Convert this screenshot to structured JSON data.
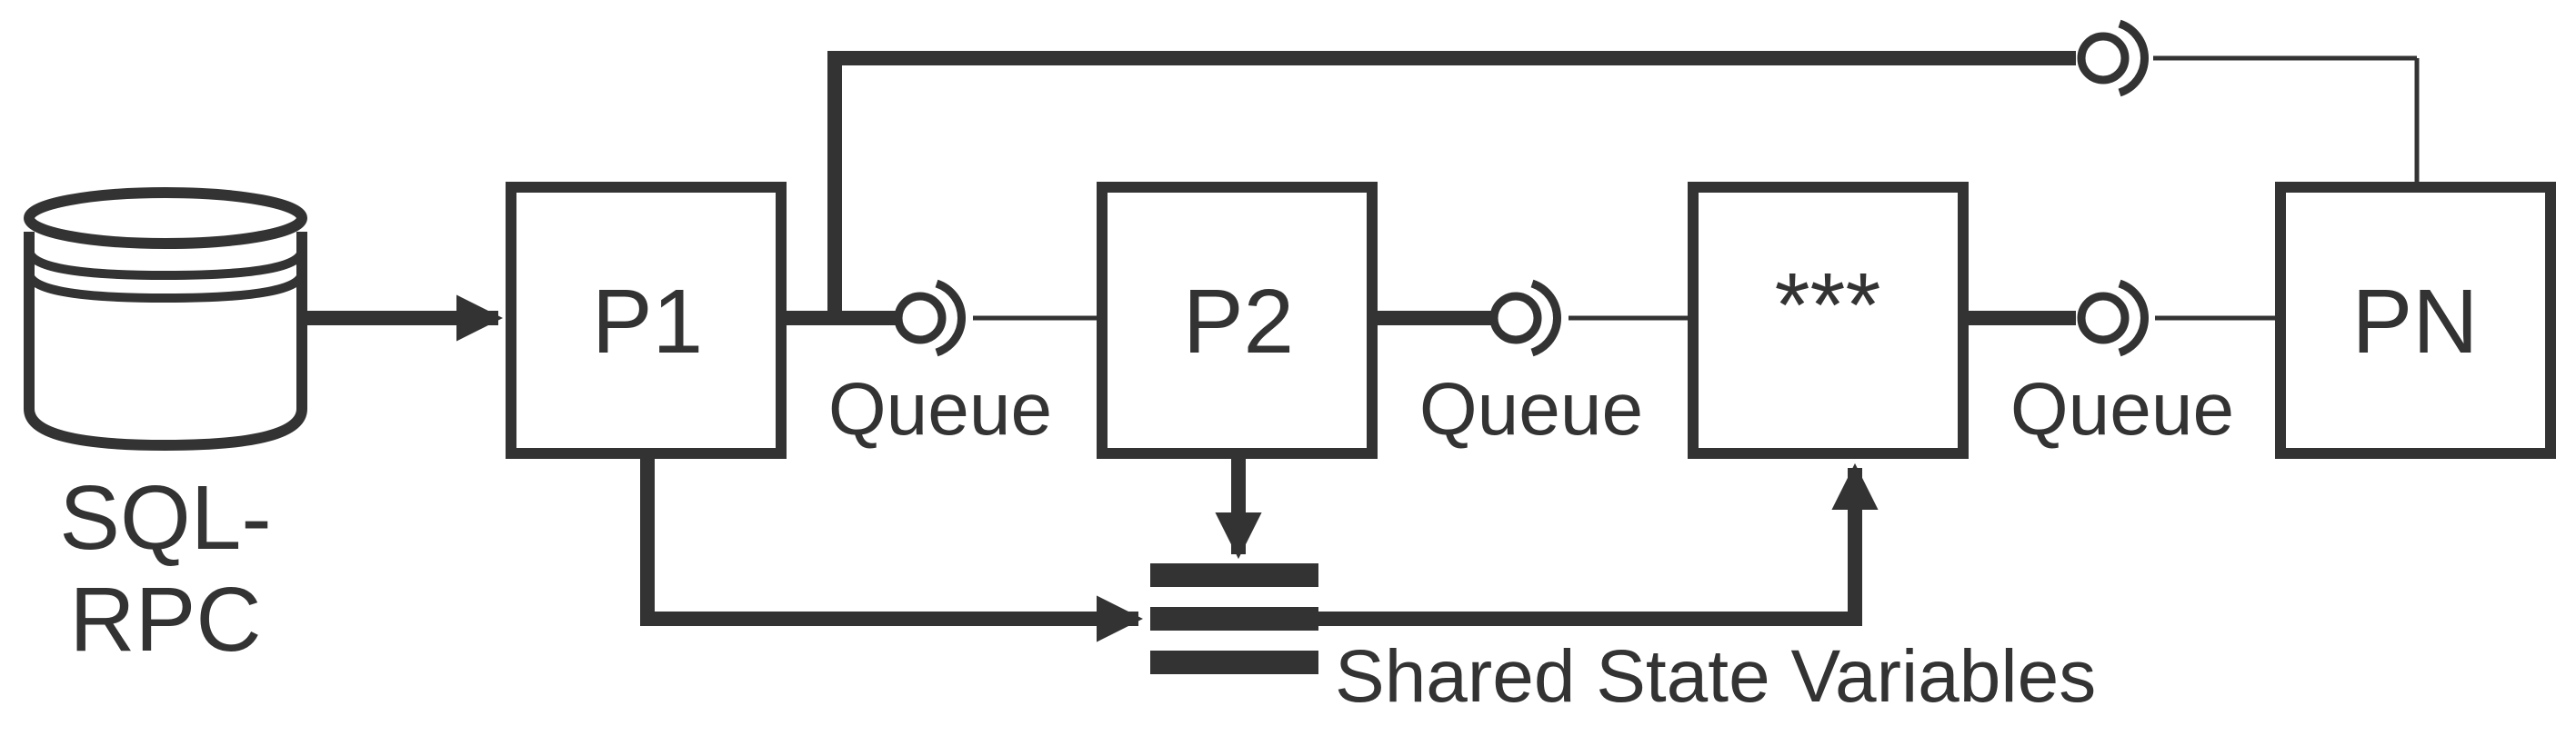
{
  "source": {
    "label_line1": "SQL-",
    "label_line2": "RPC"
  },
  "processes": [
    {
      "id": "p1",
      "label": "P1"
    },
    {
      "id": "p2",
      "label": "P2"
    },
    {
      "id": "p3",
      "label": "***"
    },
    {
      "id": "pn",
      "label": "PN"
    }
  ],
  "queues": [
    {
      "label": "Queue"
    },
    {
      "label": "Queue"
    },
    {
      "label": "Queue"
    }
  ],
  "shared_state": {
    "label": "Shared State Variables"
  },
  "colors": {
    "ink": "#333333",
    "background": "#ffffff"
  }
}
